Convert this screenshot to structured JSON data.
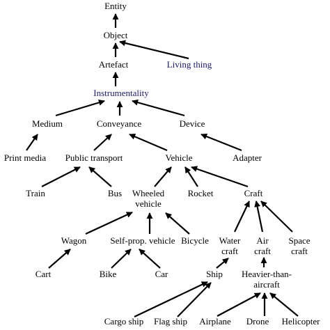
{
  "colors": {
    "default": "#000000",
    "highlight": "#1a1a6e",
    "edge": "#000000"
  },
  "nodes": {
    "entity": "Entity",
    "object": "Object",
    "artefact": "Artefact",
    "living_thing": "Living thing",
    "instrumentality": "Instrumentality",
    "medium": "Medium",
    "conveyance": "Conveyance",
    "device": "Device",
    "print_media": "Print media",
    "public_transport": "Public transport",
    "vehicle": "Vehicle",
    "adapter": "Adapter",
    "train": "Train",
    "bus": "Bus",
    "wheeled_vehicle": [
      "Wheeled",
      "vehicle"
    ],
    "rocket": "Rocket",
    "craft": "Craft",
    "wagon": "Wagon",
    "self_prop_vehicle": "Self-prop. vehicle",
    "bicycle": "Bicycle",
    "water_craft": [
      "Water",
      "craft"
    ],
    "air_craft": [
      "Air",
      "craft"
    ],
    "space_craft": [
      "Space",
      "craft"
    ],
    "cart": "Cart",
    "bike": "Bike",
    "car": "Car",
    "ship": "Ship",
    "heavier_than_aircraft": [
      "Heavier-than-",
      "aircraft"
    ],
    "cargo_ship": "Cargo ship",
    "flag_ship": "Flag ship",
    "airplane": "Airplane",
    "drone": "Drone",
    "helicopter": "Helicopter"
  },
  "highlighted": [
    "living_thing",
    "instrumentality"
  ],
  "edges": [
    [
      "object",
      "entity"
    ],
    [
      "artefact",
      "object"
    ],
    [
      "living_thing",
      "object"
    ],
    [
      "instrumentality",
      "artefact"
    ],
    [
      "medium",
      "instrumentality"
    ],
    [
      "conveyance",
      "instrumentality"
    ],
    [
      "device",
      "instrumentality"
    ],
    [
      "print_media",
      "medium"
    ],
    [
      "public_transport",
      "conveyance"
    ],
    [
      "vehicle",
      "conveyance"
    ],
    [
      "adapter",
      "device"
    ],
    [
      "train",
      "public_transport"
    ],
    [
      "bus",
      "public_transport"
    ],
    [
      "wheeled_vehicle",
      "vehicle"
    ],
    [
      "rocket",
      "vehicle"
    ],
    [
      "craft",
      "vehicle"
    ],
    [
      "wagon",
      "wheeled_vehicle"
    ],
    [
      "self_prop_vehicle",
      "wheeled_vehicle"
    ],
    [
      "bicycle",
      "wheeled_vehicle"
    ],
    [
      "water_craft",
      "craft"
    ],
    [
      "air_craft",
      "craft"
    ],
    [
      "space_craft",
      "craft"
    ],
    [
      "cart",
      "wagon"
    ],
    [
      "bike",
      "self_prop_vehicle"
    ],
    [
      "car",
      "self_prop_vehicle"
    ],
    [
      "ship",
      "water_craft"
    ],
    [
      "heavier_than_aircraft",
      "air_craft"
    ],
    [
      "cargo_ship",
      "ship"
    ],
    [
      "flag_ship",
      "ship"
    ],
    [
      "airplane",
      "heavier_than_aircraft"
    ],
    [
      "drone",
      "heavier_than_aircraft"
    ],
    [
      "helicopter",
      "heavier_than_aircraft"
    ]
  ]
}
